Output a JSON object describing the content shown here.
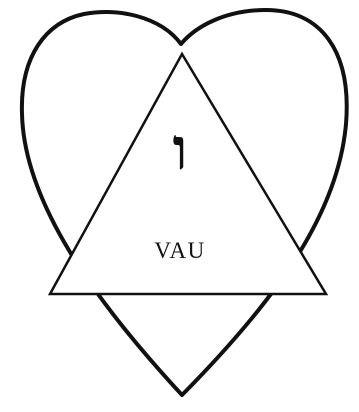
{
  "symbol": {
    "hebrew_letter": "ו",
    "letter_name": "VAU"
  },
  "colors": {
    "ink": "#111111",
    "background": "#ffffff"
  },
  "shapes": [
    "heart-outline",
    "upward-triangle"
  ]
}
